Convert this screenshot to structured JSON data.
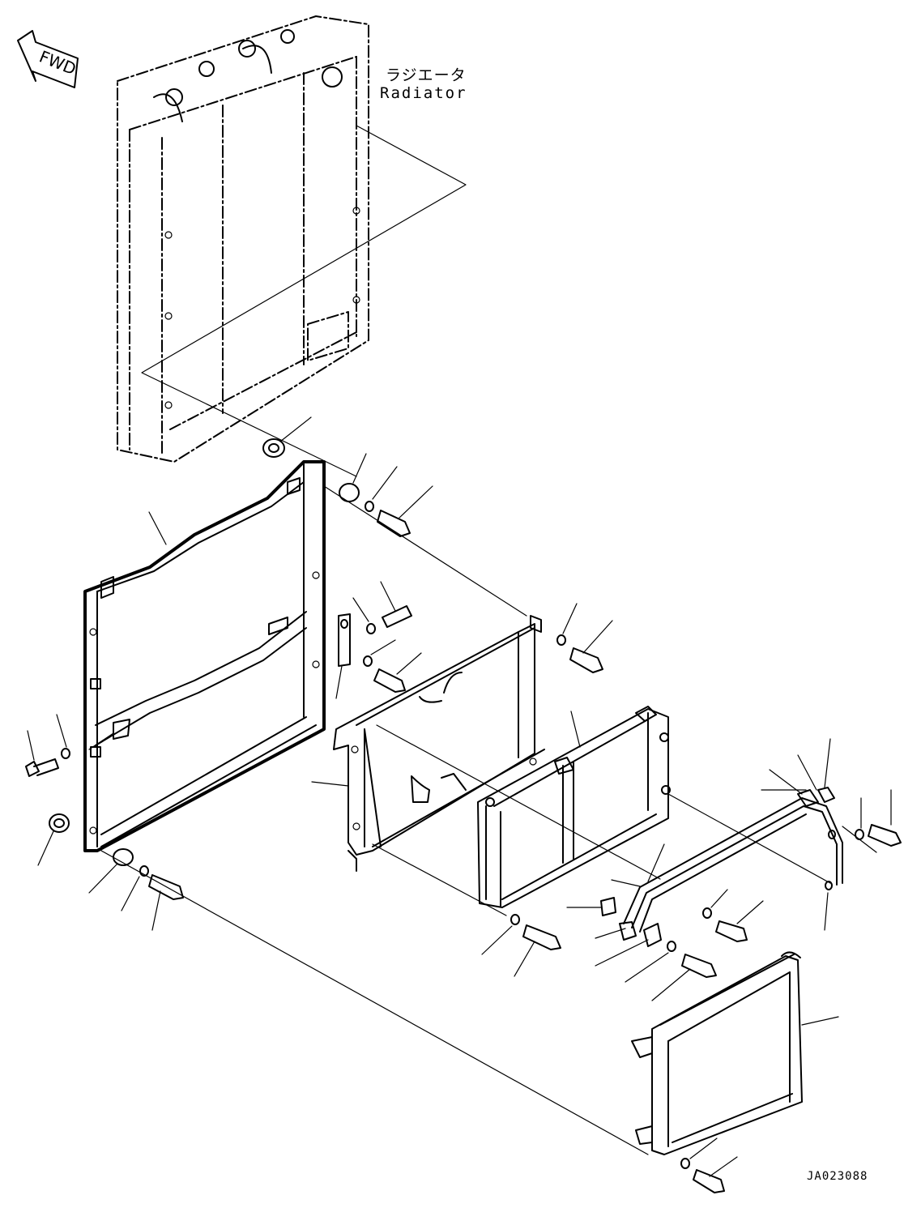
{
  "fwd_label": "FWD",
  "radiator_label_jp": "ラジエータ",
  "radiator_label_en": "Radiator",
  "drawing_code": "JA023088"
}
